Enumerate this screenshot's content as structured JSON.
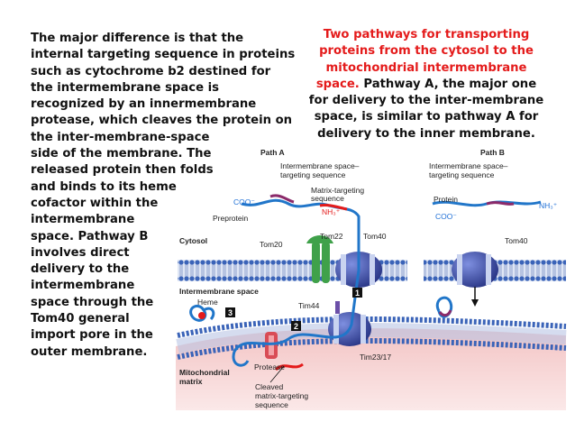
{
  "left_paragraph": {
    "lines": [
      "The major difference is that the",
      "internal targeting sequence in proteins",
      "such as cytochrome b2 destined for",
      "the intermembrane space is",
      "recognized by an innermembrane",
      "protease, which cleaves the protein on",
      "the inter-membrane-space",
      "side of the membrane. The",
      "released protein then folds",
      "and binds to its heme",
      "cofactor within the",
      "intermembrane",
      "space. Pathway B",
      "involves direct",
      "delivery to the",
      "intermembrane",
      "space through the",
      "Tom40 general",
      "import pore in the",
      "outer membrane."
    ]
  },
  "right_paragraph": {
    "title_lines": [
      "Two pathways for transporting",
      "proteins from the cytosol to the",
      "mitochondrial intermembrane",
      "space."
    ],
    "title_tail": " Pathway A, the major one",
    "body_lines": [
      "for delivery to the inter-membrane",
      "space, is similar to pathway A for",
      "delivery to the inner membrane."
    ]
  },
  "figure": {
    "path_a": "Path A",
    "path_b": "Path B",
    "ims_seq_a_1": "Intermembrane space–",
    "ims_seq_a_2": "targeting sequence",
    "matrix_seq_1": "Matrix-targeting",
    "matrix_seq_2": "sequence",
    "coo_a": "COO⁻",
    "nh3_a": "NH₃⁺",
    "preprotein": "Preprotein",
    "ims_seq_b_1": "Intermembrane space–",
    "ims_seq_b_2": "targeting sequence",
    "protein": "Protein",
    "nh3_b": "NH₃⁺",
    "coo_b": "COO⁻",
    "tom40_b": "Tom40",
    "cytosol": "Cytosol",
    "tom20": "Tom20",
    "tom22": "Tom22",
    "tom40_a": "Tom40",
    "intermembrane_space": "Intermembrane space",
    "heme": "Heme",
    "tim44": "Tim44",
    "tim23_17": "Tim23/17",
    "protease": "Protease",
    "mito_matrix_1": "Mitochondrial",
    "mito_matrix_2": "matrix",
    "cleaved_1": "Cleaved",
    "cleaved_2": "matrix-targeting",
    "cleaved_3": "sequence",
    "step_1": "1",
    "step_2": "2",
    "step_3": "3"
  },
  "colors": {
    "title_red": "#e41b1b",
    "membrane_blue": "#3a63b8",
    "matrix_pink": "#f6d3d3",
    "tom_blue": "#2b3d9a",
    "tom20_green": "#3fa14a"
  }
}
